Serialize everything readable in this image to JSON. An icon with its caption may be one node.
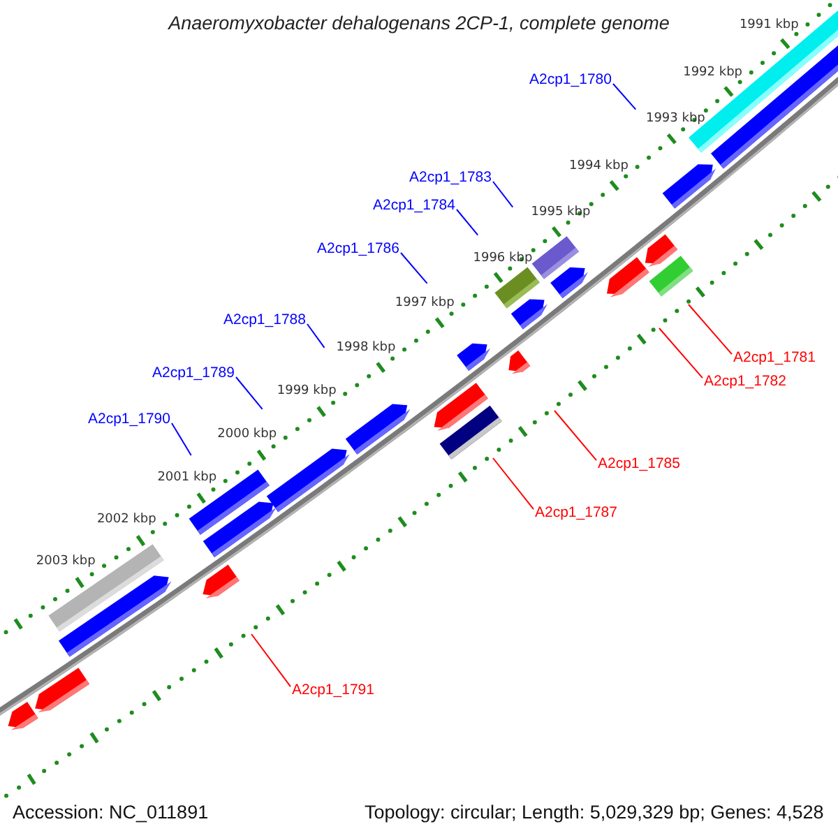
{
  "diagram": {
    "title": "Anaeromyxobacter dehalogenans 2CP-1, complete genome",
    "nodes": [
      {
        "text": [
          "A2cp1_1780"
        ]
      },
      {
        "text": [
          "A2cp1_1783"
        ]
      },
      {
        "text": [
          "A2cp1_1784"
        ]
      },
      {
        "text": [
          "A2cp1_1786"
        ]
      },
      {
        "text": [
          "A2cp1_1788"
        ]
      },
      {
        "text": [
          "A2cp1_1781"
        ]
      },
      {
        "text": [
          "A2cp1_1789"
        ]
      },
      {
        "text": [
          "A2cp1_1782"
        ]
      },
      {
        "text": [
          "A2cp1_1790"
        ]
      },
      {
        "text": [
          "A2cp1_1785"
        ]
      },
      {
        "text": [
          "A2cp1_1787"
        ]
      },
      {
        "text": [
          "A2cp1_1791"
        ]
      }
    ],
    "edges": [
      {
        "from": 0,
        "to": null,
        "arrow": "none"
      },
      {
        "from": 1,
        "to": null,
        "arrow": "none"
      },
      {
        "from": 2,
        "to": null,
        "arrow": "none"
      },
      {
        "from": 3,
        "to": null,
        "arrow": "none"
      },
      {
        "from": 4,
        "to": null,
        "arrow": "none"
      },
      {
        "from": 5,
        "to": null,
        "arrow": "none",
        "color": "#ff0000"
      },
      {
        "from": 6,
        "to": null,
        "arrow": "none"
      },
      {
        "from": 7,
        "to": null,
        "arrow": "none",
        "color": "#ff0000"
      },
      {
        "from": 8,
        "to": null,
        "arrow": "none"
      },
      {
        "from": 9,
        "to": null,
        "arrow": "none",
        "color": "#ff0000"
      },
      {
        "from": 10,
        "to": null,
        "arrow": "none",
        "color": "#ff0000"
      },
      {
        "from": 11,
        "to": null,
        "arrow": "none",
        "color": "#ff0000"
      }
    ],
    "labels": [
      "1991 kbp",
      "1992 kbp",
      "1993 kbp",
      "1994 kbp",
      "1995 kbp",
      "1996 kbp",
      "1997 kbp",
      "1998 kbp",
      "1999 kbp",
      "2000 kbp",
      "2001 kbp",
      "2002 kbp",
      "2003 kbp",
      "Accession: NC_011891",
      "Topology: circular; Length: 5,029,329 bp; Genes: 4,528"
    ]
  }
}
